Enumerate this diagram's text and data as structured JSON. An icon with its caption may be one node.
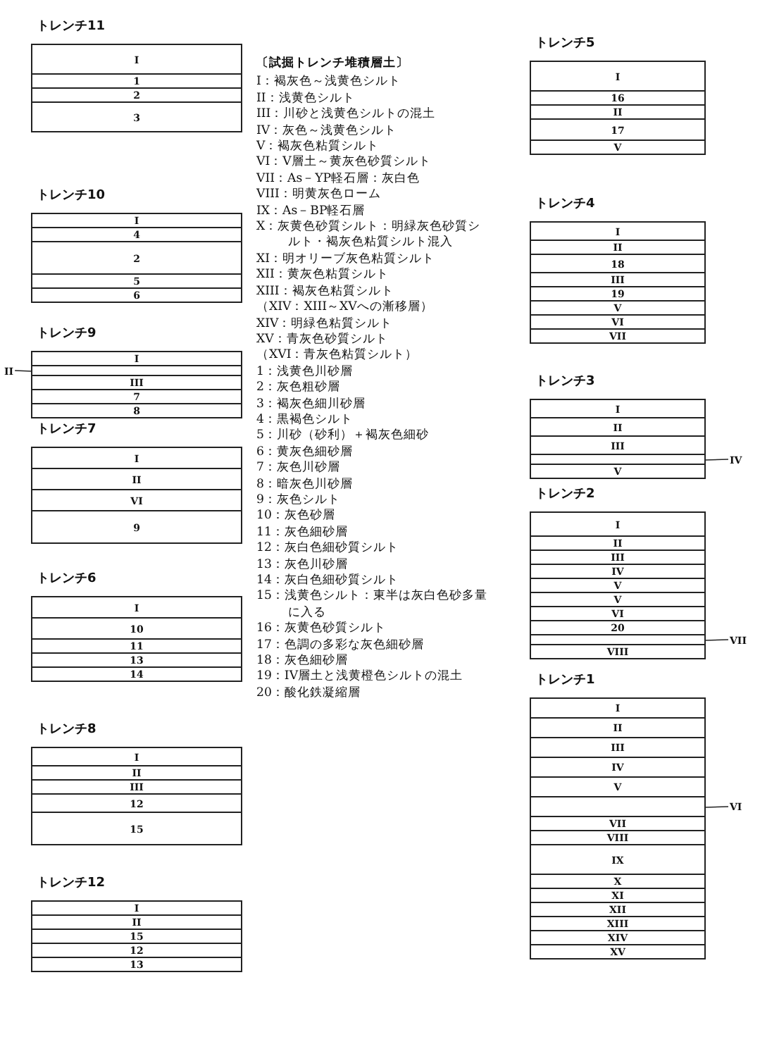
{
  "diagram": {
    "nodes": [
      {
        "text": [
          "トレンチ11"
        ]
      },
      {
        "text": [
          "I"
        ],
        "in": 0
      },
      {
        "text": [
          "1"
        ],
        "in": 0
      },
      {
        "text": [
          "2"
        ],
        "in": 0
      },
      {
        "text": [
          "3"
        ],
        "in": 0
      },
      {
        "text": [
          "トレンチ10"
        ]
      },
      {
        "text": [
          "I"
        ],
        "in": 5
      },
      {
        "text": [
          "4"
        ],
        "in": 5
      },
      {
        "text": [
          "2"
        ],
        "in": 5
      },
      {
        "text": [
          "5"
        ],
        "in": 5
      },
      {
        "text": [
          "6"
        ],
        "in": 5
      },
      {
        "text": [
          "トレンチ9"
        ]
      },
      {
        "text": [
          "I"
        ],
        "in": 11
      },
      {
        "text": [],
        "shape": "bar",
        "in": 11
      },
      {
        "text": [
          "III"
        ],
        "in": 11
      },
      {
        "text": [
          "7"
        ],
        "in": 11
      },
      {
        "text": [
          "8"
        ],
        "in": 11
      },
      {
        "text": [
          "II"
        ]
      },
      {
        "text": [
          "トレンチ7"
        ]
      },
      {
        "text": [
          "I"
        ],
        "in": 18
      },
      {
        "text": [
          "II"
        ],
        "in": 18
      },
      {
        "text": [
          "VI"
        ],
        "in": 18
      },
      {
        "text": [
          "9"
        ],
        "in": 18
      },
      {
        "text": [
          "トレンチ6"
        ]
      },
      {
        "text": [
          "I"
        ],
        "in": 23
      },
      {
        "text": [
          "10"
        ],
        "in": 23
      },
      {
        "text": [
          "11"
        ],
        "in": 23
      },
      {
        "text": [
          "13"
        ],
        "in": 23
      },
      {
        "text": [
          "14"
        ],
        "in": 23
      },
      {
        "text": [
          "トレンチ8"
        ]
      },
      {
        "text": [
          "I"
        ],
        "in": 29
      },
      {
        "text": [
          "II"
        ],
        "in": 29
      },
      {
        "text": [
          "III"
        ],
        "in": 29
      },
      {
        "text": [
          "12"
        ],
        "in": 29
      },
      {
        "text": [
          "15"
        ],
        "in": 29
      },
      {
        "text": [
          "トレンチ12"
        ]
      },
      {
        "text": [
          "I"
        ],
        "in": 35
      },
      {
        "text": [
          "II"
        ],
        "in": 35
      },
      {
        "text": [
          "15"
        ],
        "in": 35
      },
      {
        "text": [
          "12"
        ],
        "in": 35
      },
      {
        "text": [
          "13"
        ],
        "in": 35
      },
      {
        "text": [
          "トレンチ5"
        ]
      },
      {
        "text": [
          "I"
        ],
        "in": 41
      },
      {
        "text": [
          "16"
        ],
        "in": 41
      },
      {
        "text": [
          "II"
        ],
        "in": 41
      },
      {
        "text": [
          "17"
        ],
        "in": 41
      },
      {
        "text": [
          "V"
        ],
        "in": 41
      },
      {
        "text": [
          "トレンチ4"
        ]
      },
      {
        "text": [
          "I"
        ],
        "in": 47
      },
      {
        "text": [
          "II"
        ],
        "in": 47
      },
      {
        "text": [
          "18"
        ],
        "in": 47
      },
      {
        "text": [
          "III"
        ],
        "in": 47
      },
      {
        "text": [
          "19"
        ],
        "in": 47
      },
      {
        "text": [
          "V"
        ],
        "in": 47
      },
      {
        "text": [
          "VI"
        ],
        "in": 47
      },
      {
        "text": [
          "VII"
        ],
        "in": 47
      },
      {
        "text": [
          "トレンチ3"
        ]
      },
      {
        "text": [
          "I"
        ],
        "in": 56
      },
      {
        "text": [
          "II"
        ],
        "in": 56
      },
      {
        "text": [
          "III"
        ],
        "in": 56
      },
      {
        "text": [],
        "shape": "bar",
        "in": 56
      },
      {
        "text": [
          "V"
        ],
        "in": 56
      },
      {
        "text": [
          "IV"
        ]
      },
      {
        "text": [
          "トレンチ2"
        ]
      },
      {
        "text": [
          "I"
        ],
        "in": 63
      },
      {
        "text": [
          "II"
        ],
        "in": 63
      },
      {
        "text": [
          "III"
        ],
        "in": 63
      },
      {
        "text": [
          "IV"
        ],
        "in": 63
      },
      {
        "text": [
          "V"
        ],
        "in": 63
      },
      {
        "text": [
          "V"
        ],
        "in": 63
      },
      {
        "text": [
          "VI"
        ],
        "in": 63
      },
      {
        "text": [
          "20"
        ],
        "in": 63
      },
      {
        "text": [],
        "shape": "bar",
        "in": 63
      },
      {
        "text": [
          "VIII"
        ],
        "in": 63
      },
      {
        "text": [
          "VII"
        ]
      },
      {
        "text": [
          "トレンチ1"
        ]
      },
      {
        "text": [
          "I"
        ],
        "in": 75
      },
      {
        "text": [
          "II"
        ],
        "in": 75
      },
      {
        "text": [
          "III"
        ],
        "in": 75
      },
      {
        "text": [
          "IV"
        ],
        "in": 75
      },
      {
        "text": [
          "V"
        ],
        "in": 75
      },
      {
        "text": [],
        "shape": "bar",
        "in": 75
      },
      {
        "text": [
          "VII"
        ],
        "in": 75
      },
      {
        "text": [
          "VIII"
        ],
        "in": 75
      },
      {
        "text": [
          "IX"
        ],
        "in": 75
      },
      {
        "text": [
          "X"
        ],
        "in": 75
      },
      {
        "text": [
          "XI"
        ],
        "in": 75
      },
      {
        "text": [
          "XII"
        ],
        "in": 75
      },
      {
        "text": [
          "XIII"
        ],
        "in": 75
      },
      {
        "text": [
          "XIV"
        ],
        "in": 75
      },
      {
        "text": [
          "XV"
        ],
        "in": 75
      },
      {
        "text": [
          "VI"
        ]
      }
    ],
    "edges": [
      {
        "from": 17,
        "to": 13,
        "arrow": "none"
      },
      {
        "from": 62,
        "to": 60,
        "arrow": "none"
      },
      {
        "from": 74,
        "to": 72,
        "arrow": "none"
      },
      {
        "from": 91,
        "to": 81,
        "arrow": "none"
      }
    ],
    "labels": [
      "〔試掘トレンチ堆積層土〕",
      "I：褐灰色～浅黄色シルト",
      "II：浅黄色シルト",
      "III：川砂と浅黄色シルトの混土",
      "IV：灰色～浅黄色シルト",
      "V：褐灰色粘質シルト",
      "VI：V層土～黄灰色砂質シルト",
      "VII：As－YP軽石層：灰白色",
      "VIII：明黄灰色ローム",
      "IX：As－BP軽石層",
      "X：灰黄色砂質シルト：明緑灰色砂質シルト・褐灰色粘質シルト混入",
      "XI：明オリーブ灰色粘質シルト",
      "XII：黄灰色粘質シルト",
      "XIII：褐灰色粘質シルト",
      "（XIV：XIII～XVへの漸移層）",
      "XIV：明緑色粘質シルト",
      "XV：青灰色砂質シルト",
      "（XVI：青灰色粘質シルト）",
      "1：浅黄色川砂層",
      "2：灰色粗砂層",
      "3：褐灰色細川砂層",
      "4：黒褐色シルト",
      "5：川砂（砂利）＋褐灰色細砂",
      "6：黄灰色細砂層",
      "7：灰色川砂層",
      "8：暗灰色川砂層",
      "9：灰色シルト",
      "10：灰色砂層",
      "11：灰色細砂層",
      "12：灰白色細砂質シルト",
      "13：灰色川砂層",
      "14：灰白色細砂質シルト",
      "15：浅黄色シルト：東半は灰白色砂多量に入る",
      "16：灰黄色砂質シルト",
      "17：色調の多彩な灰色細砂層",
      "18：灰色細砂層",
      "19：IV層土と浅黄橙色シルトの混土",
      "20：酸化鉄凝縮層"
    ]
  }
}
